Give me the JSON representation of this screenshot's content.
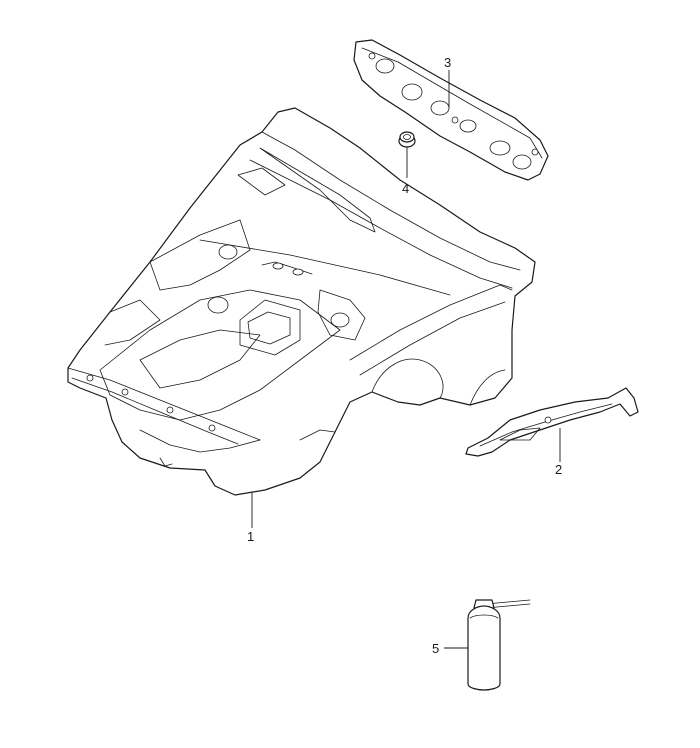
{
  "callouts": [
    {
      "id": "1",
      "label": "1",
      "part": "front-end-body-structure"
    },
    {
      "id": "2",
      "label": "2",
      "part": "side-member-panel"
    },
    {
      "id": "3",
      "label": "3",
      "part": "bulkhead-panel"
    },
    {
      "id": "4",
      "label": "4",
      "part": "rubber-grommet"
    },
    {
      "id": "5",
      "label": "5",
      "part": "spray-can"
    }
  ],
  "colors": {
    "line": "#1a1a1a",
    "background": "#ffffff"
  }
}
